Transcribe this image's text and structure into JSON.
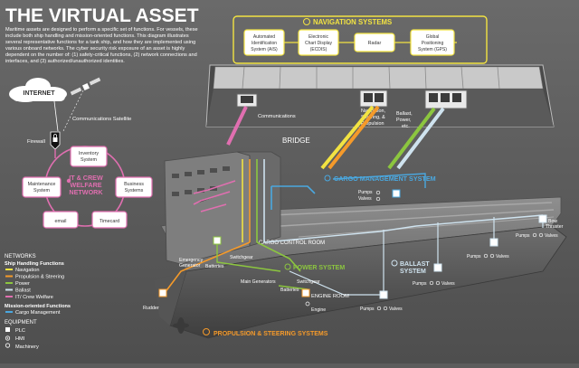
{
  "title": "THE VIRTUAL ASSET",
  "intro": [
    "Maritime assets are designed to perform a specific set of functions.  For vessels, these",
    "include both ship handling and mission-oriented functions.  This diagram illustrates",
    "several representative functions for a tank ship, and how they are implemented using",
    "various onboard networks.  The cyber security risk exposure of an asset is highly",
    "dependent on the number of: (1) safety-critical functions, (2) network connections and",
    "interfaces, and (3) authorized/unauthorized identities."
  ],
  "internet": {
    "cloud_label": "INTERNET",
    "satellite_label": "Communications Satellite",
    "firewall_label": "Firewall"
  },
  "it_network": {
    "title_lines": [
      "IT & CREW",
      "WELFARE",
      "NETWORK"
    ],
    "nodes": [
      {
        "label_lines": [
          "Inventory",
          "System"
        ]
      },
      {
        "label_lines": [
          "Maintenance",
          "System"
        ]
      },
      {
        "label_lines": [
          "Business",
          "Systems"
        ]
      },
      {
        "label_lines": [
          "email"
        ]
      },
      {
        "label_lines": [
          "Timecard"
        ]
      }
    ]
  },
  "navigation": {
    "title": "NAVIGATION SYSTEMS",
    "items": [
      {
        "label_lines": [
          "Automated",
          "Identification",
          "System (AIS)"
        ]
      },
      {
        "label_lines": [
          "Electronic",
          "Chart Display",
          "(ECDIS)"
        ]
      },
      {
        "label_lines": [
          "Radar"
        ]
      },
      {
        "label_lines": [
          "Global",
          "Positioning",
          "System (GPS)"
        ]
      }
    ]
  },
  "bridge": {
    "title": "BRIDGE",
    "communications_label": "Communications",
    "nav_label_lines": [
      "Navigation,",
      "Steering, &",
      "Propulsion"
    ],
    "ballast_label_lines": [
      "Ballast,",
      "Power,",
      "etc."
    ]
  },
  "ship_labels": {
    "cargo_management": "CARGO MANAGEMENT SYSTEM",
    "cargo_pumps": "Pumps",
    "cargo_valves": "Valves",
    "cargo_control_room": "CARGO CONTROL ROOM",
    "emergency_generator_lines": [
      "Emergency",
      "Generator"
    ],
    "batteries_upper": "Batteries",
    "switchgear_upper": "Switchgear",
    "power_system": "POWER SYSTEM",
    "main_generators": "Main Generators",
    "switchgear_lower": "Switchgear",
    "batteries_lower": "Batteries",
    "engine_room": "ENGINE ROOM",
    "engine": "Engine",
    "rudder": "Rudder",
    "ballast_system_lines": [
      "BALLAST",
      "SYSTEM"
    ],
    "bow_thruster_lines": [
      "Bow",
      "Thruster"
    ],
    "ballast_pumps": "Pumps",
    "ballast_valves": "Valves",
    "bow_pumps": "Pumps",
    "bow_valves": "Valves",
    "mid_pumps": "Pumps",
    "mid_valves": "Valves",
    "aft_pumps": "Pumps",
    "aft_valves": "Valves",
    "lower_pumps": "Pumps",
    "lower_valves": "Valves",
    "propulsion": "PROPULSION & STEERING SYSTEMS"
  },
  "legend": {
    "networks_title": "NETWORKS",
    "ship_handling_title": "Ship Handling Functions",
    "items": [
      {
        "label": "Navigation",
        "color": "#f2e342"
      },
      {
        "label": "Propulsion & Steering",
        "color": "#f59a2a"
      },
      {
        "label": "Power",
        "color": "#8cc63f"
      },
      {
        "label": "Ballast",
        "color": "#cfe3ef"
      },
      {
        "label": "IT/ Crew Welfare",
        "color": "#e06fb0"
      }
    ],
    "mission_title": "Mission-oriented Functions",
    "mission_items": [
      {
        "label": "Cargo Management",
        "color": "#4aa8e0"
      }
    ],
    "equipment_title": "EQUIPMENT",
    "equipment_items": [
      {
        "label": "PLC",
        "icon": "plc-icon"
      },
      {
        "label": "HMI",
        "icon": "hmi-icon"
      },
      {
        "label": "Machinery",
        "icon": "machinery-icon"
      }
    ]
  },
  "colors": {
    "navigation": "#f2e342",
    "propulsion": "#f59a2a",
    "power": "#8cc63f",
    "ballast": "#cfe3ef",
    "it": "#e06fb0",
    "cargo": "#4aa8e0"
  }
}
